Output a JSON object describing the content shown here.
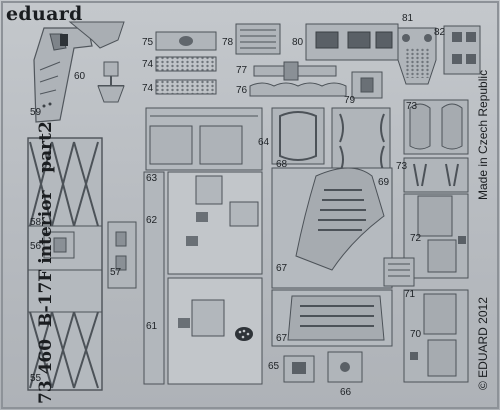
{
  "brand": "eduard",
  "set_number": "73 460",
  "set_title": "B-17F interior",
  "set_part": "part2",
  "made_in": "Made in Czech Republic",
  "copyright": "© EDUARD 2012",
  "part_numbers": [
    "55",
    "56",
    "57",
    "58",
    "59",
    "60",
    "61",
    "62",
    "63",
    "64",
    "65",
    "66",
    "67",
    "67",
    "68",
    "69",
    "70",
    "71",
    "72",
    "73",
    "73",
    "74",
    "74",
    "75",
    "76",
    "77",
    "78",
    "79",
    "80",
    "81",
    "82"
  ]
}
